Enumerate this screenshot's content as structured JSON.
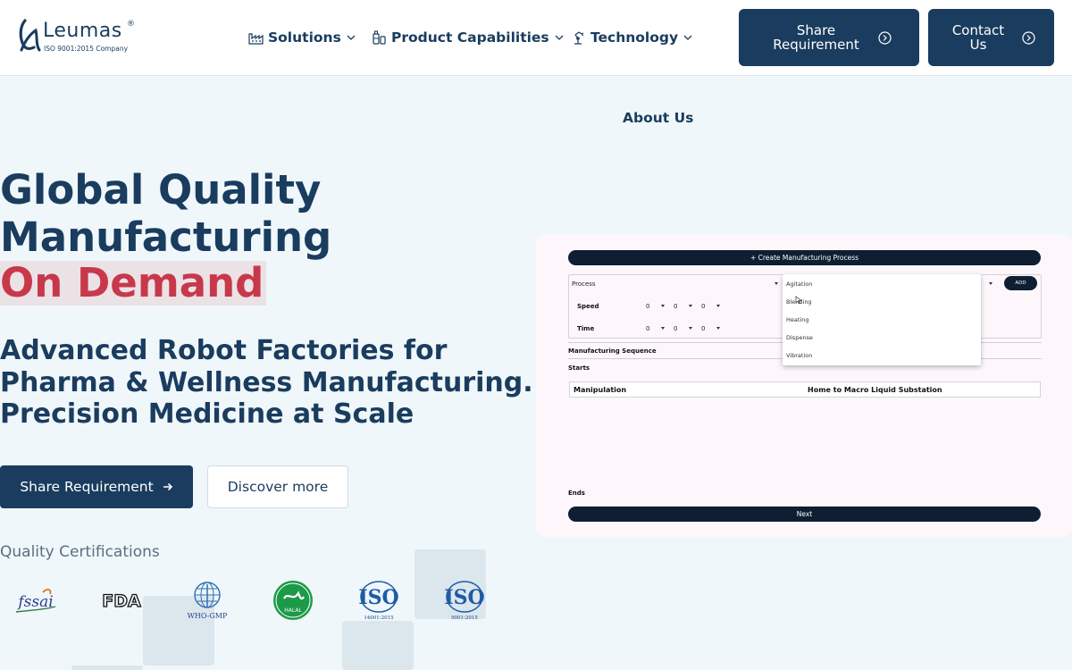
{
  "header": {
    "logo": {
      "name": "Leumas",
      "registered": "®",
      "tagline": "ISO 9001:2015 Company"
    },
    "nav": [
      {
        "label": "Solutions",
        "icon": "factory-icon"
      },
      {
        "label": "Product Capabilities",
        "icon": "bottles-icon"
      },
      {
        "label": "Technology",
        "icon": "robot-arm-icon"
      }
    ],
    "share_label": "Share Requirement",
    "contact_label": "Contact Us"
  },
  "about_label": "About Us",
  "hero": {
    "title_line1": "Global Quality",
    "title_line2": "Manufacturing",
    "title_accent": "On Demand",
    "sub_line1": "Advanced Robot Factories for",
    "sub_line2": "Pharma & Wellness Manufacturing.",
    "sub_line3": "Precision Medicine at Scale",
    "primary_cta": "Share Requirement",
    "secondary_cta": "Discover more"
  },
  "certifications": {
    "heading": "Quality Certifications",
    "items": [
      {
        "name": "fssai",
        "label": "fssai"
      },
      {
        "name": "fda",
        "label": "FDA"
      },
      {
        "name": "who-gmp",
        "label": "WHO-GMP"
      },
      {
        "name": "halal",
        "label": "HALAL"
      },
      {
        "name": "iso-14001",
        "label": "ISO",
        "sub": "14001:2015"
      },
      {
        "name": "iso-9001",
        "label": "ISO",
        "sub": "9001:2015"
      }
    ]
  },
  "panel": {
    "create_label": "+ Create Manufacturing Process",
    "process_select": "Process",
    "speed_label": "Speed",
    "time_label": "Time",
    "zero": "0",
    "add_label": "ADD",
    "sequence_heading": "Manufacturing Sequence",
    "starts_label": "Starts",
    "sequence_row": {
      "step": "Manipulation",
      "detail": "Home to Macro Liquid Substation"
    },
    "ends_label": "Ends",
    "next_label": "Next",
    "dropdown_options": [
      "Agitation",
      "Blending",
      "Heating",
      "Dispense",
      "Vibration"
    ]
  },
  "colors": {
    "primary": "#1a3c5e",
    "accent": "#c8384b",
    "background": "#eff7fa",
    "panel_dark": "#0f1f33"
  }
}
